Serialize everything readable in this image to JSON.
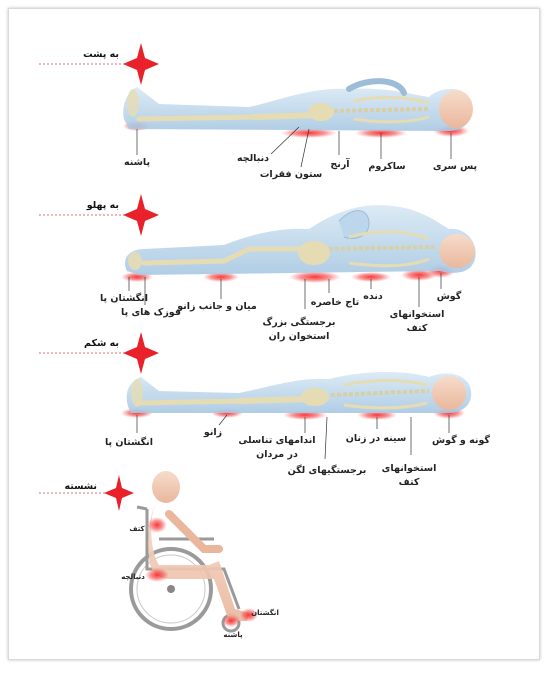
{
  "colors": {
    "star": "#e8212b",
    "pressure": "#f04a4a",
    "body_fill": "#bcd7ec",
    "bone": "#e6dcb4",
    "skin": "#f2c9b0",
    "leader": "#333333"
  },
  "positions": [
    {
      "title": "به پشت",
      "labels": [
        "پاشنه",
        "دنبالچه",
        "ستون فقرات",
        "آرنج",
        "ساکروم",
        "پس سری"
      ]
    },
    {
      "title": "به پهلو",
      "labels": [
        "انگشتان پا",
        "قوزک های پا",
        "میان و جانب زانو",
        "برجستگی بزرگ",
        "استخوان ران",
        "تاج خاصره",
        "دنده",
        "استخوانهای",
        "کتف",
        "گوش"
      ]
    },
    {
      "title": "به شکم",
      "labels": [
        "انگشتان پا",
        "زانو",
        "اندامهای تناسلی",
        "در مردان",
        "برجستگیهای لگن",
        "سینه در زنان",
        "استخوانهای",
        "کتف",
        "گونه و گوش"
      ]
    },
    {
      "title": "نشسته",
      "labels": [
        "کتف",
        "دنبالچه",
        "انگشتان",
        "پاشنه"
      ]
    }
  ]
}
